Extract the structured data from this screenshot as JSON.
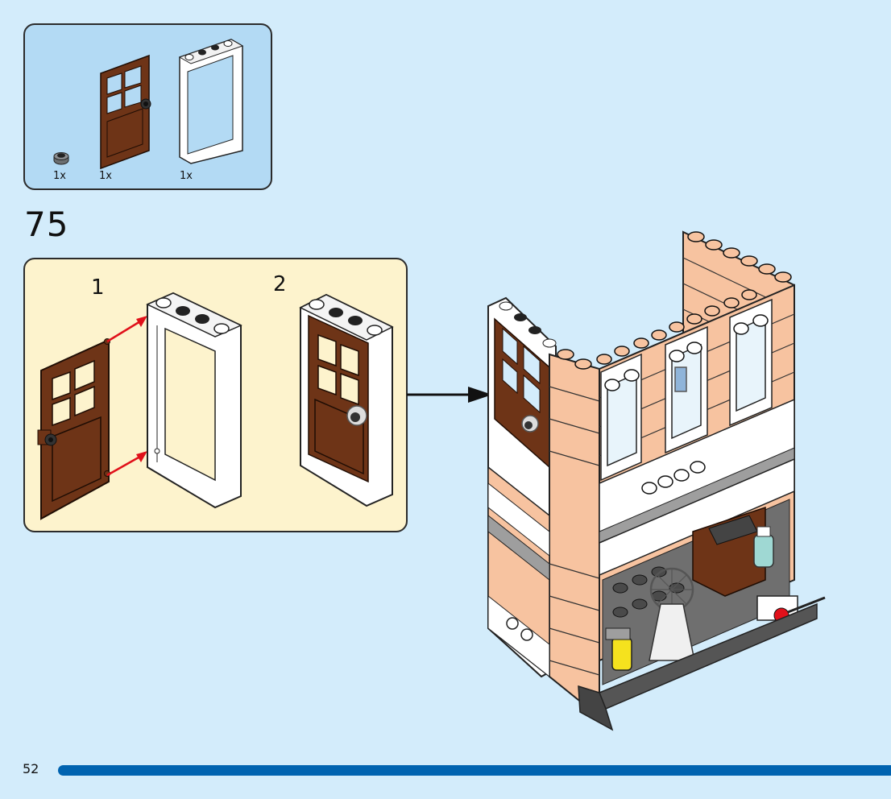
{
  "page": {
    "number": "52",
    "background_color": "#d3ecfb",
    "bar_color": "#0063b0"
  },
  "parts_list": {
    "background_color": "#b3daf4",
    "items": [
      {
        "name": "round plate 1x1 with hole",
        "color": "dark bluish gray",
        "quantity": "1x"
      },
      {
        "name": "door 1x4x6 with 4 panes",
        "color": "reddish brown",
        "quantity": "1x"
      },
      {
        "name": "door frame 1x4x6",
        "color": "white",
        "quantity": "1x"
      }
    ]
  },
  "step": {
    "number": "75"
  },
  "sub_assembly": {
    "background_color": "#fdf3cd",
    "steps": [
      {
        "number": "1",
        "description": "Attach door hinges to frame"
      },
      {
        "number": "2",
        "description": "Assembled door in frame"
      }
    ]
  },
  "model": {
    "description": "Building corner with door, windows, brick walls and ground-floor workshop"
  }
}
